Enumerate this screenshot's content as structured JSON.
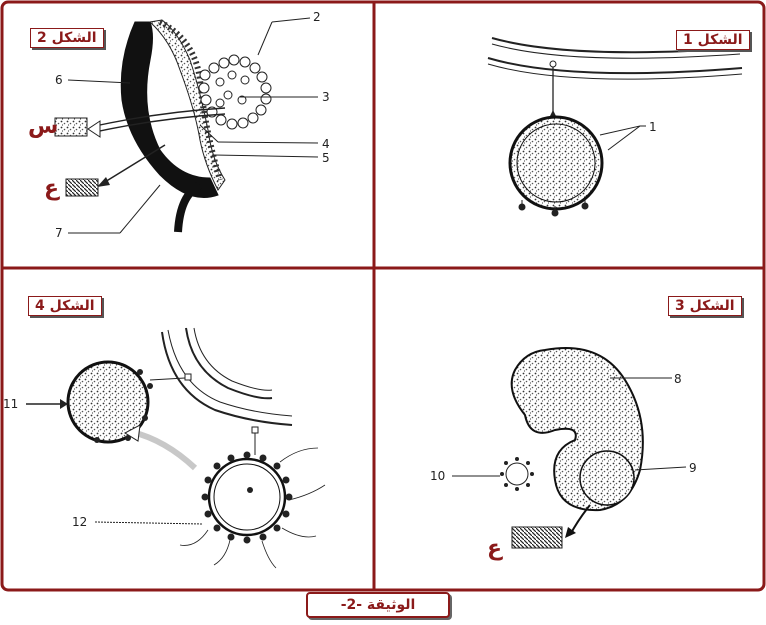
{
  "panels": {
    "p1": {
      "label": "الشكل 1"
    },
    "p2": {
      "label": "الشكل 2"
    },
    "p3": {
      "label": "الشكل 3"
    },
    "p4": {
      "label": "الشكل 4"
    }
  },
  "numbers": [
    "1",
    "2",
    "3",
    "4",
    "5",
    "6",
    "7",
    "8",
    "9",
    "10",
    "11",
    "12"
  ],
  "letters": {
    "seen": "س",
    "ain": "ع"
  },
  "caption": "الوثيقة -2-",
  "colors": {
    "frame": "#8b1a1a",
    "accent": "#8b1a1a"
  }
}
